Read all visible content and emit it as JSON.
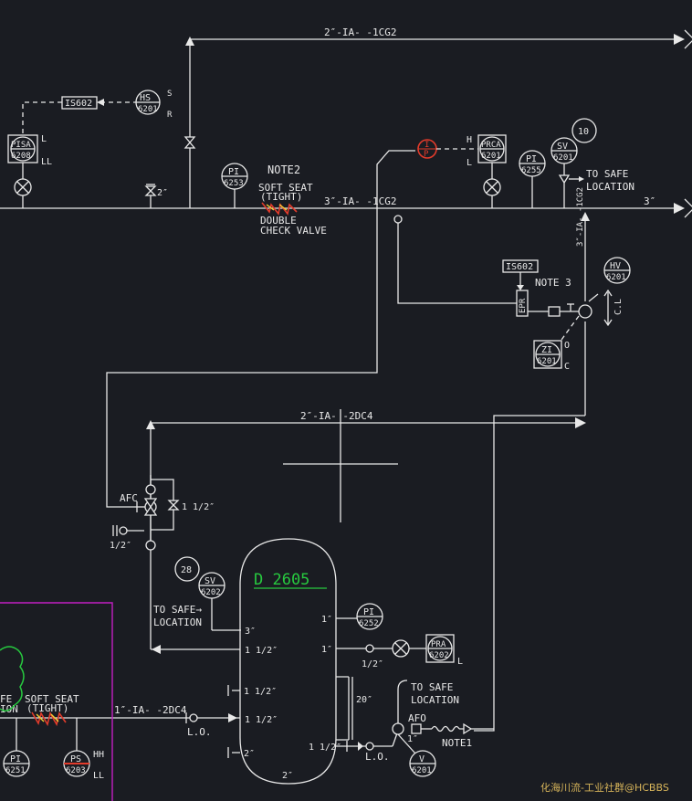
{
  "drawing": {
    "vessel": "D 2605",
    "lines": {
      "top": "2″-IA-   -1CG2",
      "main": "3″-IA-   -1CG2",
      "main_end": "3″",
      "vert_right": "3″-IA-   -1CG2",
      "mid": "2″-IA-   -2DC4",
      "bottom_left": "1″-IA-  -2DC4"
    },
    "instruments": {
      "hs": {
        "type": "HS",
        "num": "6201",
        "sig1": "S",
        "sig2": "R"
      },
      "is_top": "IS602",
      "pisa": {
        "type": "PISA",
        "num": "6208",
        "hi": "L",
        "lo": "LL"
      },
      "pi_6253": {
        "type": "PI",
        "num": "6253"
      },
      "prca": {
        "type": "PRCA",
        "num": "6201",
        "hi": "H",
        "lo": "L"
      },
      "pi_6255": {
        "type": "PI",
        "num": "6255"
      },
      "sv_6201": {
        "type": "SV",
        "num": "6201"
      },
      "circle_10": "10",
      "p_i": {
        "a": "I",
        "b": "P"
      },
      "is_mid": "IS602",
      "epr": "EPR",
      "hv": {
        "type": "HV",
        "num": "6201"
      },
      "zi": {
        "type": "ZI",
        "num": "6201",
        "o": "O",
        "c": "C"
      },
      "cl": "C.L",
      "circle_28": "28",
      "sv_6202": {
        "type": "SV",
        "num": "6202"
      },
      "pi_6252": {
        "type": "PI",
        "num": "6252"
      },
      "pra": {
        "type": "PRA",
        "num": "6202",
        "lo": "L"
      },
      "v_6201": {
        "type": "V",
        "num": "6201"
      },
      "pi_6251": {
        "type": "PI",
        "num": "6251"
      },
      "ps": {
        "type": "PS",
        "num": "6203",
        "hi": "HH",
        "lo": "LL"
      }
    },
    "labels": {
      "note2": "NOTE2",
      "soft_seat1": "SOFT SEAT",
      "tight1": "(TIGHT)",
      "double": "DOUBLE",
      "check_valve": "CHECK VALVE",
      "size_2": "2″",
      "to_safe": "TO SAFE",
      "location": "LOCATION",
      "note3": "NOTE 3",
      "afc": "AFC",
      "size_1half": "1 1/2″",
      "size_half": "1/2″",
      "to_safe2": "TO SAFE→",
      "location2": "LOCATION",
      "n_3": "3″",
      "n_1half_a": "1 1/2″",
      "n_1a": "1″",
      "n_1b": "1″",
      "n_1half_b": "1 1/2″",
      "n_1half_c": "1 1/2″",
      "n_2a": "2″",
      "n_20": "20″",
      "n_1half_d": "1 1/2″",
      "n_half_b": "1/2″",
      "n_2b": "2″",
      "lo1": "L.O.",
      "lo2": "L.O.",
      "n_1c": "1″",
      "afo": "AFO",
      "note1": "NOTE1",
      "to_safe3": "TO SAFE",
      "location3": "LOCATION",
      "fe": "FE",
      "ion": "ION",
      "soft_seat2": "SOFT SEAT",
      "tight2": "(TIGHT)"
    },
    "watermark": "化海川流-工业社群@HCBBS"
  }
}
